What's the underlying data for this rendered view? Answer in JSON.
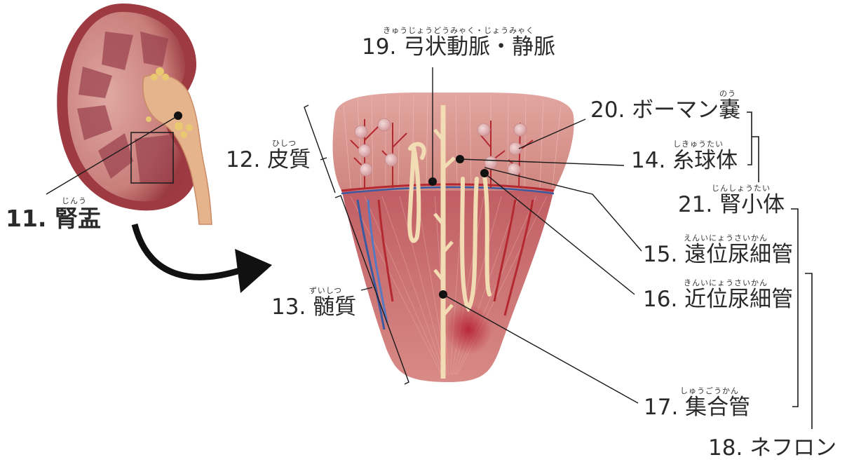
{
  "labels": {
    "l11": {
      "ruby": "じんう",
      "text": "11. 腎盂"
    },
    "l12": {
      "ruby": "ひしつ",
      "text": "12. 皮質"
    },
    "l13": {
      "ruby": "ずいしつ",
      "text": "13. 髄質"
    },
    "l14": {
      "ruby": "しきゅうたい",
      "text": "14. 糸球体"
    },
    "l15": {
      "ruby": "えんいにょうさいかん",
      "text": "15. 遠位尿細管"
    },
    "l16": {
      "ruby": "きんいにょうさいかん",
      "text": "16. 近位尿細管"
    },
    "l17": {
      "ruby": "しゅうごうかん",
      "text": "17. 集合管"
    },
    "l18": {
      "ruby": "",
      "text": "18. ネフロン"
    },
    "l19": {
      "ruby": "きゅうじょうどうみゃく・じょうみゃく",
      "text": "19. 弓状動脈・静脈"
    },
    "l20": {
      "ruby": "のう",
      "text": "20. ボーマン嚢"
    },
    "l21": {
      "ruby": "じんしょうたい",
      "text": "21. 腎小体"
    }
  },
  "colors": {
    "cortex": "#d9928e",
    "medulla": "#c86a6e",
    "kidney_outer": "#a84048",
    "ureter": "#e6b48c",
    "fat": "#e8c870",
    "tubule": "#f2dcb4",
    "artery": "#b42830",
    "vein": "#3c5aa0",
    "line": "#1a1a1a"
  }
}
